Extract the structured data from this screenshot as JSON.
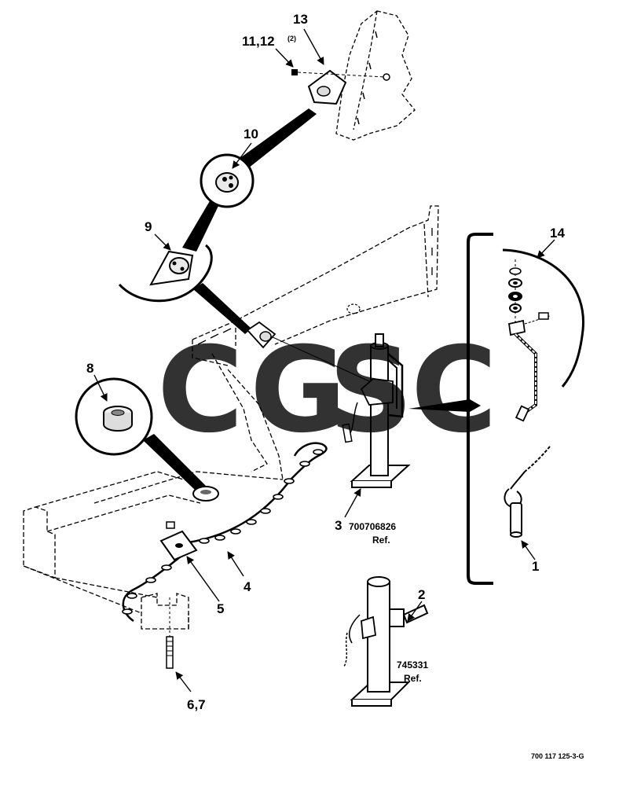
{
  "labels": {
    "l1": "1",
    "l2": "2",
    "l3_num": "3",
    "l3_part": "700706826",
    "l3_ref": "Ref.",
    "l4": "4",
    "l5": "5",
    "l67": "6,7",
    "l8": "8",
    "l9": "9",
    "l10": "10",
    "l1112": "11,12",
    "l1112_qty": "(2)",
    "l13": "13",
    "l14": "14",
    "l2_part": "745331",
    "l2_ref": "Ref."
  },
  "footer": {
    "drawing_number": "700 117 125-3-G"
  },
  "watermark": {
    "letters": [
      "C",
      "G",
      "S",
      "C"
    ],
    "colors": [
      "#4285f4",
      "#ea4335",
      "#fbbc05",
      "#34a853"
    ]
  }
}
